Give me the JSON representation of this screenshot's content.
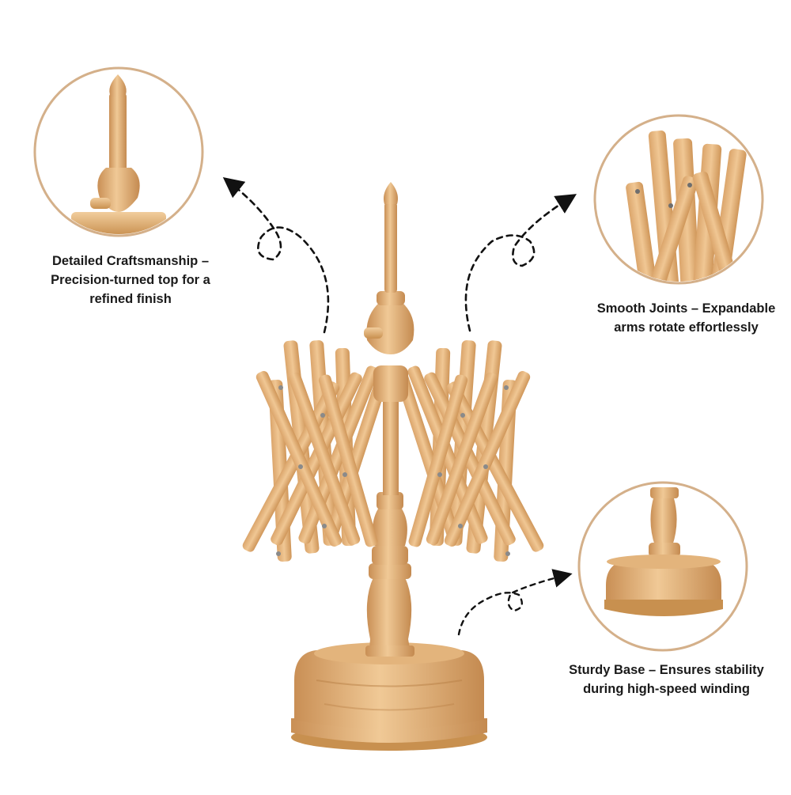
{
  "callouts": {
    "top_left": {
      "lines": [
        "Detailed Craftsmanship –",
        "Precision-turned top for a",
        "refined finish"
      ]
    },
    "top_right": {
      "lines": [
        "Smooth Joints – Expandable",
        "arms rotate effortlessly"
      ]
    },
    "bottom_right": {
      "lines": [
        "Sturdy Base – Ensures stability",
        "during high-speed winding"
      ]
    }
  },
  "colors": {
    "wood_light": "#e9c08e",
    "wood_mid": "#d9a46b",
    "wood_dark": "#b97f45",
    "circle_ring": "#d4b08a",
    "arrow": "#111111"
  }
}
